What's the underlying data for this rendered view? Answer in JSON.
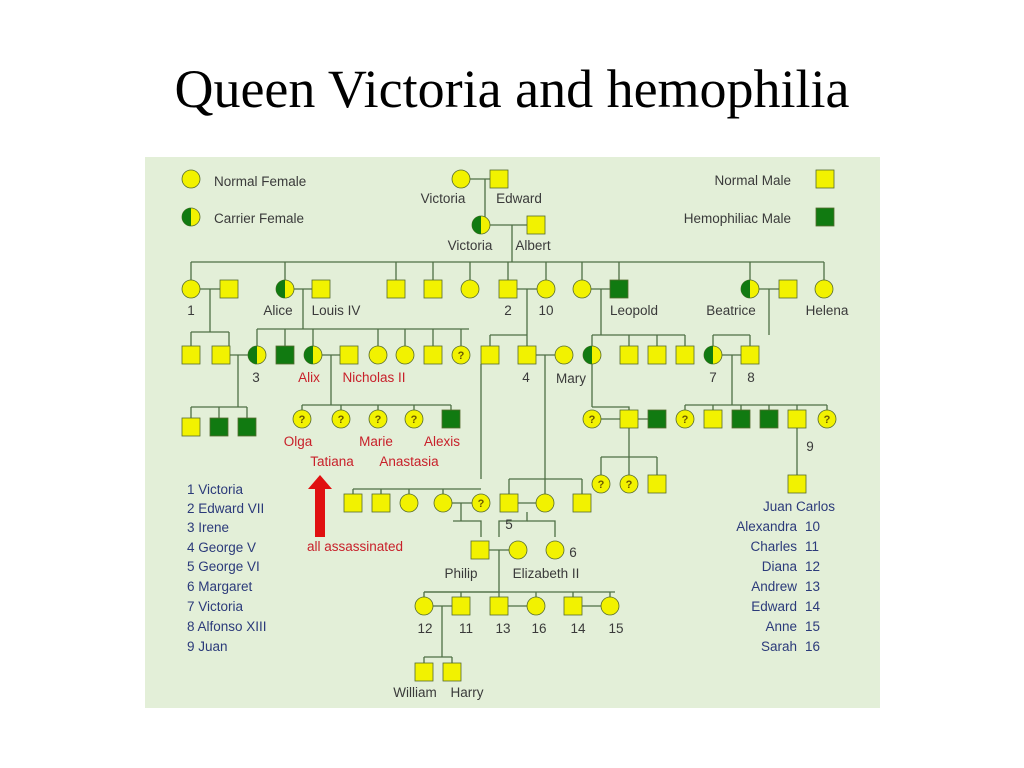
{
  "title": "Queen Victoria and hemophilia",
  "colors": {
    "panel": "#e3efd8",
    "normal": "#f2f200",
    "affected": "#117a11",
    "lines": "#4f6f45",
    "names_highlight": "#c8202a",
    "key_text": "#2b3a7a"
  },
  "legend": {
    "normal_female": "Normal Female",
    "carrier_female": "Carrier Female",
    "normal_male": "Normal Male",
    "hemophiliac_male": "Hemophiliac Male"
  },
  "names": {
    "victoria": "Victoria",
    "edward": "Edward",
    "victoria2": "Victoria",
    "albert": "Albert",
    "n1": "1",
    "alice": "Alice",
    "louis": "Louis IV",
    "n2": "2",
    "n10": "10",
    "leopold": "Leopold",
    "beatrice": "Beatrice",
    "helena": "Helena",
    "n3": "3",
    "alix": "Alix",
    "nicholas": "Nicholas II",
    "n4": "4",
    "mary": "Mary",
    "n7": "7",
    "n8": "8",
    "olga": "Olga",
    "marie": "Marie",
    "alexis": "Alexis",
    "tatiana": "Tatiana",
    "anastasia": "Anastasia",
    "n9": "9",
    "n5": "5",
    "n6": "6",
    "philip": "Philip",
    "elizabeth": "Elizabeth II",
    "n12": "12",
    "n11": "11",
    "n13": "13",
    "n16": "16",
    "n14": "14",
    "n15": "15",
    "william": "William",
    "harry": "Harry",
    "juan_carlos": "Juan Carlos"
  },
  "annotation": "all assassinated",
  "unknown_mark": "?",
  "key_left": [
    "1  Victoria",
    "2  Edward VII",
    "3  Irene",
    "4  George V",
    "5  George VI",
    "6  Margaret",
    "7  Victoria",
    "8  Alfonso XIII",
    "9  Juan"
  ],
  "key_right": [
    {
      "name": "Alexandra",
      "num": "10"
    },
    {
      "name": "Charles",
      "num": "11"
    },
    {
      "name": "Diana",
      "num": "12"
    },
    {
      "name": "Andrew",
      "num": "13"
    },
    {
      "name": "Edward",
      "num": "14"
    },
    {
      "name": "Anne",
      "num": "15"
    },
    {
      "name": "Sarah",
      "num": "16"
    }
  ]
}
